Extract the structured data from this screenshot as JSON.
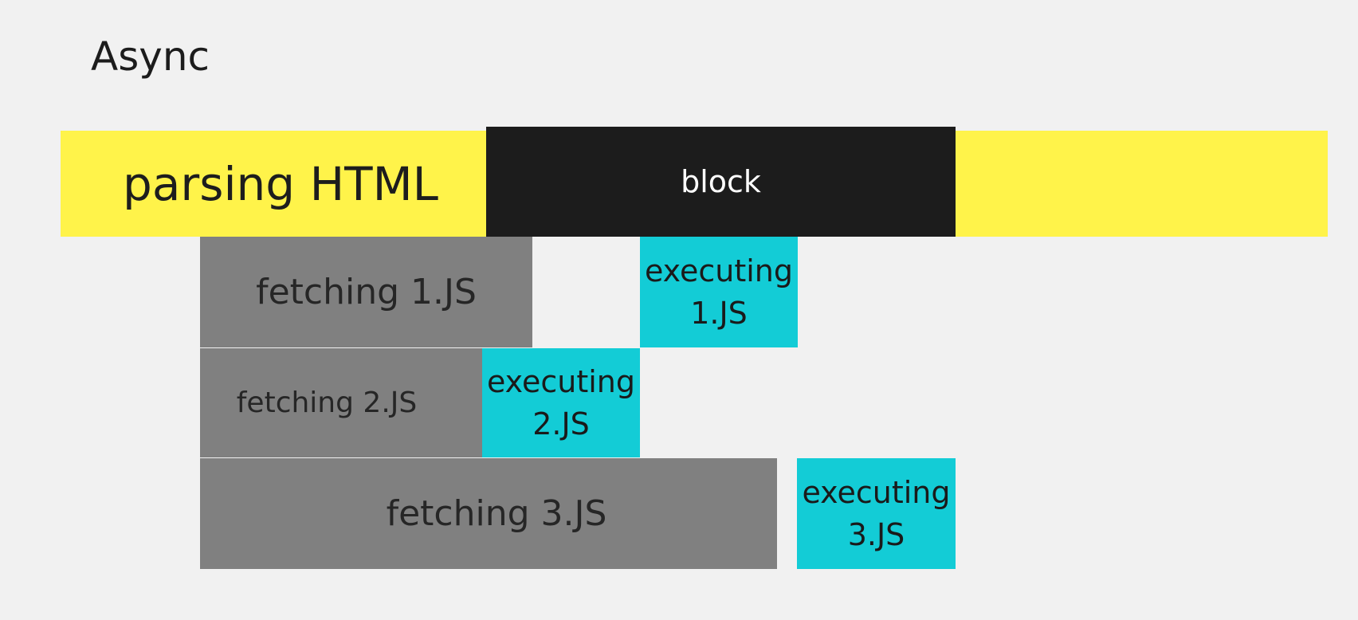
{
  "title": "Async",
  "parsing": {
    "label": "parsing HTML",
    "color": "#fff34a"
  },
  "block": {
    "label": "block",
    "color": "#1c1c1c"
  },
  "fetching": [
    {
      "label": "fetching 1.JS"
    },
    {
      "label": "fetching 2.JS"
    },
    {
      "label": "fetching 3.JS"
    }
  ],
  "executing": [
    {
      "label": "executing\n1.JS"
    },
    {
      "label": "executing\n2.JS"
    },
    {
      "label": "executing\n3.JS"
    }
  ],
  "colors": {
    "background": "#f1f1f1",
    "fetch": "#808080",
    "execute": "#13ccd6"
  }
}
